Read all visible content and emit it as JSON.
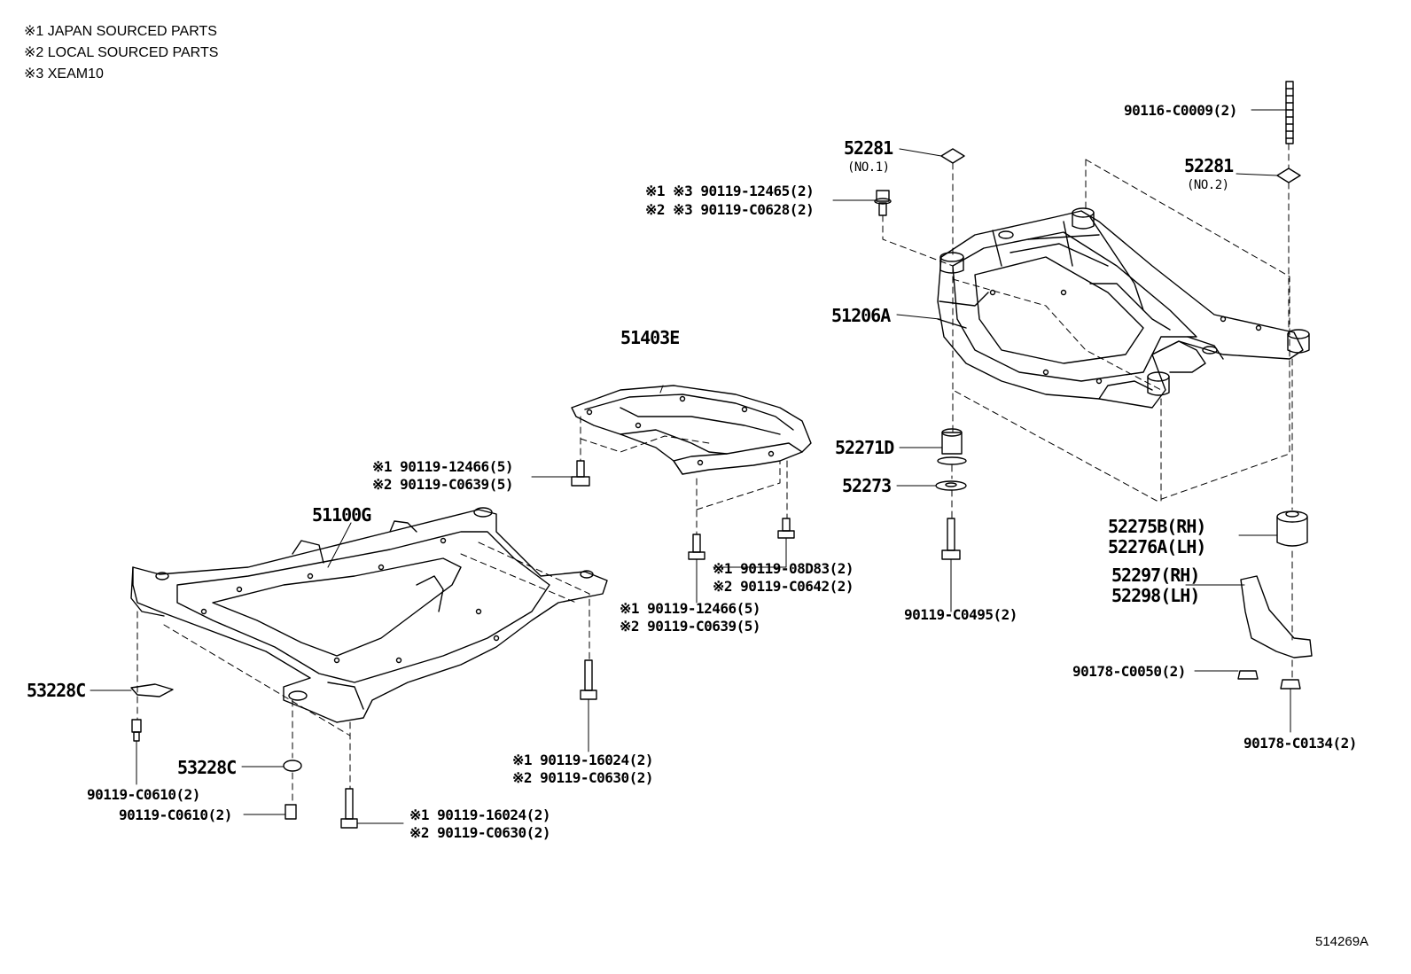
{
  "notes": [
    "※1 JAPAN SOURCED PARTS",
    "※2 LOCAL SOURCED PARTS",
    "※3 XEAM10"
  ],
  "diagram_id": "514269A",
  "callouts": {
    "p90116": "90116-C0009(2)",
    "p52281a": "52281",
    "p52281a_sub": "(NO.1)",
    "p52281b": "52281",
    "p52281b_sub": "(NO.2)",
    "p12465": "※1 ※3 90119-12465(2)",
    "p0628": "※2 ※3 90119-C0628(2)",
    "p51206a": "51206A",
    "p51403e": "51403E",
    "p12466a": "※1 90119-12466(5)",
    "p0639a": "※2 90119-C0639(5)",
    "p51100g": "51100G",
    "p52271d": "52271D",
    "p52273": "52273",
    "p52275b": "52275B(RH)",
    "p52276a": "52276A(LH)",
    "p52297": "52297(RH)",
    "p52298": "52298(LH)",
    "p08d83": "※1 90119-08D83(2)",
    "p0642": "※2 90119-C0642(2)",
    "p12466b": "※1 90119-12466(5)",
    "p0639b": "※2 90119-C0639(5)",
    "p0495": "90119-C0495(2)",
    "p0050": "90178-C0050(2)",
    "p0134": "90178-C0134(2)",
    "p53228c_a": "53228C",
    "p53228c_b": "53228C",
    "p0610a": "90119-C0610(2)",
    "p0610b": "90119-C0610(2)",
    "p16024a": "※1 90119-16024(2)",
    "p0630a": "※2 90119-C0630(2)",
    "p16024b": "※1 90119-16024(2)",
    "p0630b": "※2 90119-C0630(2)"
  }
}
